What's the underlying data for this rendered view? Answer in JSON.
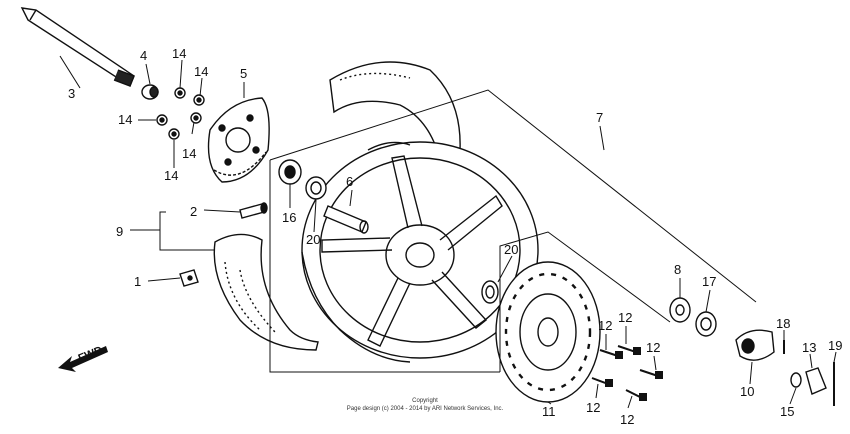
{
  "diagram": {
    "labels": [
      {
        "id": "l3",
        "text": "3"
      },
      {
        "id": "l4",
        "text": "4"
      },
      {
        "id": "l14a",
        "text": "14"
      },
      {
        "id": "l14b",
        "text": "14"
      },
      {
        "id": "l14c",
        "text": "14"
      },
      {
        "id": "l14d",
        "text": "14"
      },
      {
        "id": "l14e",
        "text": "14"
      },
      {
        "id": "l5",
        "text": "5"
      },
      {
        "id": "l7",
        "text": "7"
      },
      {
        "id": "l6",
        "text": "6"
      },
      {
        "id": "l16",
        "text": "16"
      },
      {
        "id": "l20a",
        "text": "20"
      },
      {
        "id": "l20b",
        "text": "20"
      },
      {
        "id": "l2",
        "text": "2"
      },
      {
        "id": "l9",
        "text": "9"
      },
      {
        "id": "l1",
        "text": "1"
      },
      {
        "id": "l8",
        "text": "8"
      },
      {
        "id": "l17",
        "text": "17"
      },
      {
        "id": "l18",
        "text": "18"
      },
      {
        "id": "l13",
        "text": "13"
      },
      {
        "id": "l19",
        "text": "19"
      },
      {
        "id": "l10",
        "text": "10"
      },
      {
        "id": "l15",
        "text": "15"
      },
      {
        "id": "l11",
        "text": "11"
      },
      {
        "id": "l12a",
        "text": "12"
      },
      {
        "id": "l12b",
        "text": "12"
      },
      {
        "id": "l12c",
        "text": "12"
      },
      {
        "id": "l12d",
        "text": "12"
      },
      {
        "id": "l12e",
        "text": "12"
      }
    ],
    "fwd_label": "FWD",
    "copyright_line1": "Copyright",
    "copyright_line2": "Page design (c) 2004 - 2014 by ARI Network Services, Inc."
  }
}
